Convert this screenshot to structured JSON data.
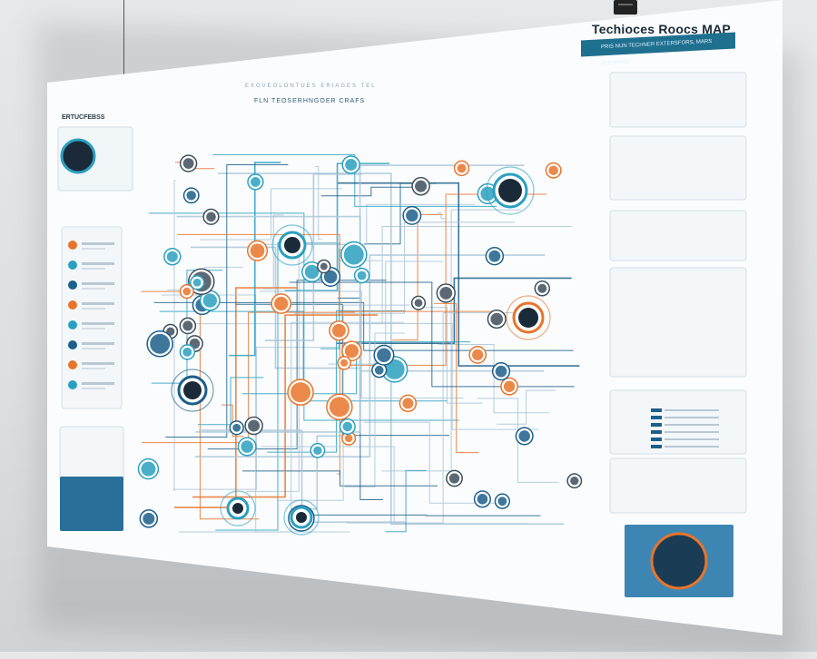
{
  "poster": {
    "title": "Techioces Roocs MAP",
    "subtitle_bar": "PRIS NUN TECHNER EXTERSFORS, MARS STENRAGE",
    "left_heading": "ERTUCFEBSS",
    "center_title": "FLN TEOSERHNGOER CRAFS",
    "center_sub": "EXOVEOLONTUES ERIAGES TEL"
  },
  "colors": {
    "teal": "#2aa0c0",
    "blue": "#1c5f8a",
    "orange": "#e8742b",
    "light_line": "#a9c6d8",
    "dark": "#1b2a38"
  }
}
